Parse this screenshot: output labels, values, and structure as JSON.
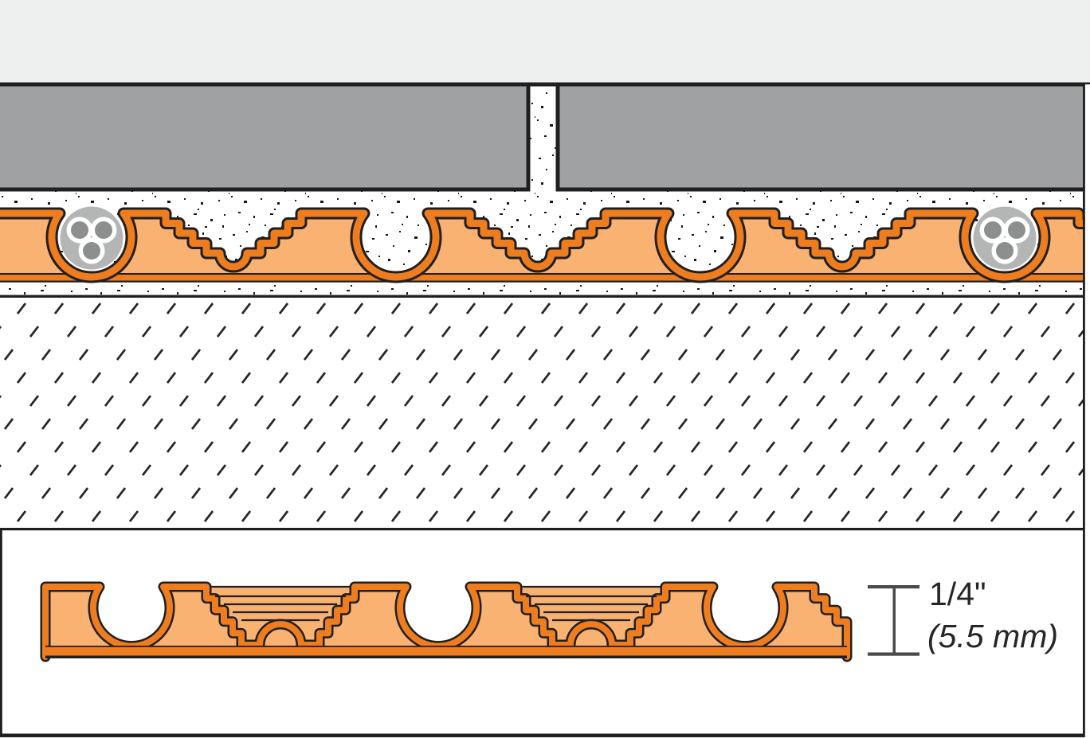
{
  "diagram": {
    "type": "tile-assembly-cross-section",
    "dimension_annotation": {
      "imperial": "1/4\"",
      "metric": "(5.5 mm)"
    },
    "colors": {
      "background_top": "#edf0ef",
      "tile": "#9fa1a3",
      "outline": "#1f1f1f",
      "mortar_speckle": "#161616",
      "membrane_light": "#f9b271",
      "membrane_dark": "#ee7d1f",
      "cable_sheath": "#b4b6b5",
      "cable_core": "#8d8f8e",
      "cable_ring": "#ffffff",
      "panel_background": "#ffffff",
      "dimension_line": "#4a4a4a",
      "dimension_text": "#262626"
    }
  }
}
